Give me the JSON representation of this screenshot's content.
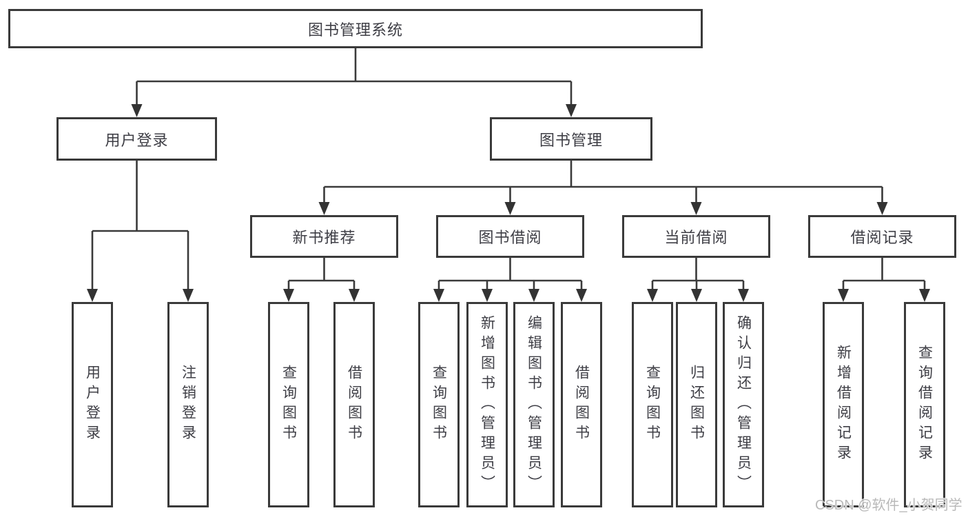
{
  "diagram": {
    "title_node": {
      "label": "图书管理系统"
    },
    "level2": [
      {
        "label": "用户登录"
      },
      {
        "label": "图书管理"
      }
    ],
    "level3": [
      {
        "label": "新书推荐"
      },
      {
        "label": "图书借阅"
      },
      {
        "label": "当前借阅"
      },
      {
        "label": "借阅记录"
      }
    ],
    "level4": [
      {
        "label": "用户登录"
      },
      {
        "label": "注销登录"
      },
      {
        "label": "查询图书"
      },
      {
        "label": "借阅图书"
      },
      {
        "label": "查询图书"
      },
      {
        "label": "新增图书（管理员）"
      },
      {
        "label": "编辑图书（管理员）"
      },
      {
        "label": "借阅图书"
      },
      {
        "label": "查询图书"
      },
      {
        "label": "归还图书"
      },
      {
        "label": "确认归还（管理员）"
      },
      {
        "label": "新增借阅记录"
      },
      {
        "label": "查询借阅记录"
      }
    ],
    "colors": {
      "line": "#3a3a3a",
      "box_border": "#3a3a3a",
      "box_fill": "#ffffff",
      "text": "#3e3e45",
      "background": "#ffffff"
    }
  },
  "watermark": {
    "text": "CSDN @软件_小贺同学",
    "color": "#b9b9b9"
  }
}
